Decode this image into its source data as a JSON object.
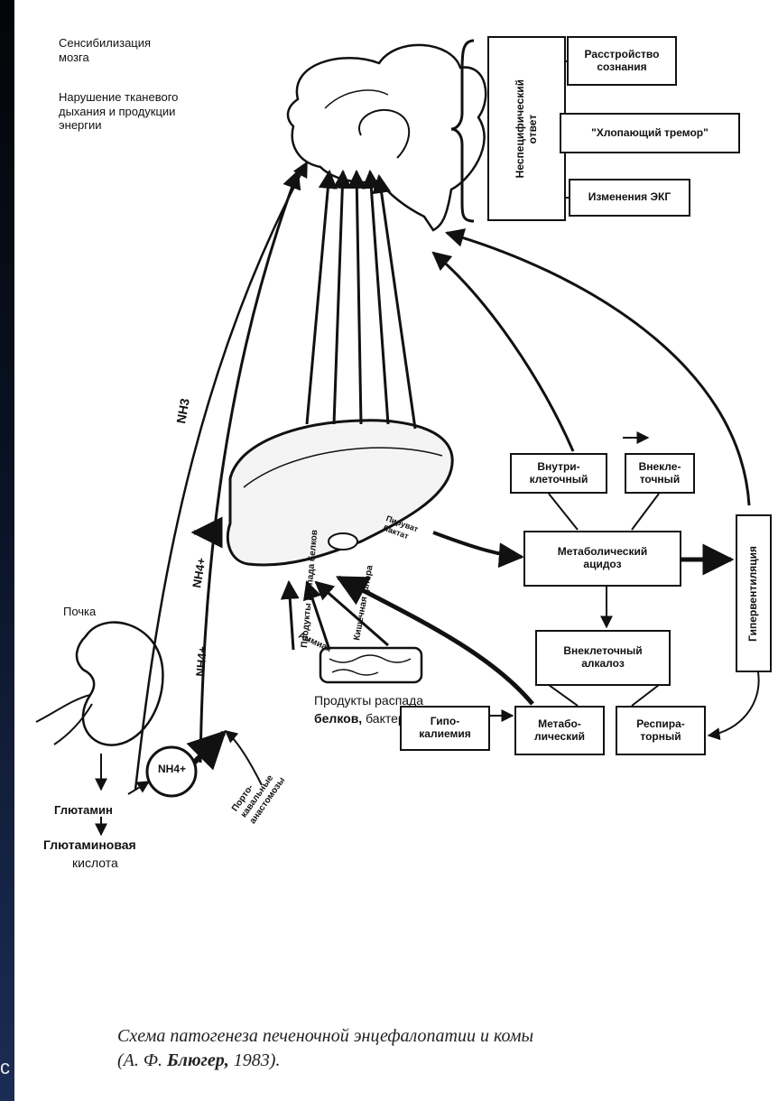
{
  "labels": {
    "sensitization": "Сенсибилизация\nмозга",
    "tissue_respiration": "Нарушение тканевого\nдыхания и продукции\nэнергии",
    "kidney": "Почка",
    "glutamine": "Глютамин",
    "glutamic_acid_line1": "Глютаминовая",
    "glutamic_acid_line2": "кислота",
    "protein_products_line1": "Продукты распада",
    "protein_products_bold": "белков,",
    "protein_products_rest": " бактерии",
    "nh4_circle": "NH4+"
  },
  "boxes": {
    "nonspecific_response": "Неспецифический\nответ",
    "consciousness": "Расстройство\nсознания",
    "tremor": "\"Хлопающий тремор\"",
    "ecg": "Изменения ЭКГ",
    "intracellular": "Внутри-\nклеточный",
    "extracellular": "Внекле-\nточный",
    "metabolic_acidosis": "Метаболический\nацидоз",
    "extracellular_alkalosis": "Внеклеточный\nалкалоз",
    "hypokalemia": "Гипо-\nкалиемия",
    "metabolic": "Метабо-\nлический",
    "respiratory": "Респира-\nторный",
    "hyperventilation": "Гипервентиляция"
  },
  "arrow_labels": {
    "nh3": "NH3",
    "nh4_upper": "NH4+",
    "nh4_lower": "NH4+",
    "portocaval": "Порто-\nкавальные\nанастомозы",
    "ammonia": "Аммиак",
    "protein_breakdown": "Продукты распада белков",
    "intestinal_flora": "Кишечная флора",
    "pyruvate_lactate": "Пируват\nЛактат"
  },
  "caption": {
    "title": "Схема патогенеза печеночной энцефалопатии и комы",
    "author_open": "(А. Ф. ",
    "author": "Блюгер,",
    "author_close": " 1983)."
  },
  "edge_text": "c",
  "colors": {
    "ink": "#111111",
    "paper": "#ffffff",
    "slide_top": "#030507",
    "slide_bottom": "#1b2c55"
  }
}
